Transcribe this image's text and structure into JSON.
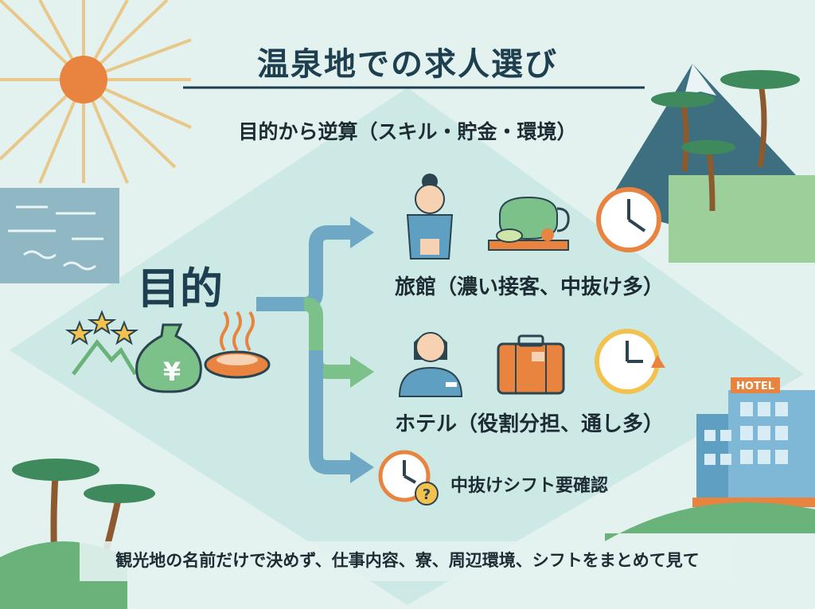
{
  "title": "温泉地での求人選び",
  "subtitle": "目的から逆算（スキル・貯金・環境）",
  "goal": {
    "label": "目的",
    "icons": [
      "stars-mountain-icon",
      "yen-money-bag-icon",
      "hot-spring-icon"
    ]
  },
  "branches": [
    {
      "label": "旅館（濃い接客、中抜け多）",
      "icons": [
        "bowing-staff-icon",
        "tea-set-icon",
        "clock-icon"
      ],
      "arrow_color": "#6fa8c4"
    },
    {
      "label": "ホテル（役割分担、通し多）",
      "icons": [
        "hotel-staff-icon",
        "suitcase-icon",
        "clock-cycle-icon"
      ],
      "arrow_color": "#7cc08a"
    },
    {
      "label": "中抜けシフト要確認",
      "icons": [
        "clock-question-icon"
      ],
      "arrow_color": "#6fa8c4"
    }
  ],
  "hotel_sign": "HOTEL",
  "footer": "観光地の名前だけで決めず、仕事内容、寮、周辺環境、シフトをまとめて見て",
  "colors": {
    "background": "#e3f2ef",
    "diamond": "#cde9e6",
    "title": "#1d3f4f",
    "accent_orange": "#e8843f",
    "green": "#69b37a",
    "blue": "#5f9fc2",
    "outline": "#2c4450"
  }
}
